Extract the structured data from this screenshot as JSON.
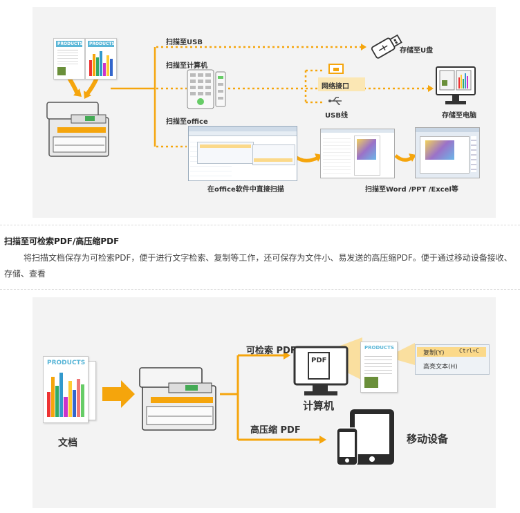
{
  "top_diagram": {
    "doc_header": "PRODUCTS",
    "scan_usb": "扫描至USB",
    "scan_pc": "扫描至计算机",
    "scan_office": "扫描至office",
    "save_usb": "存储至U盘",
    "network_port": "网络接口",
    "usb_cable": "USB线",
    "save_pc": "存储至电脑",
    "office_direct": "在office软件中直接扫描",
    "scan_word": "扫描至Word /PPT /Excel等"
  },
  "section": {
    "title": "扫描至可检索PDF/高压缩PDF",
    "description": "将扫描文档保存为可检索PDF，便于进行文字检索、复制等工作，还可保存为文件小、易发送的高压缩PDF。便于通过移动设备接收、存储、查看"
  },
  "bottom_diagram": {
    "doc_header": "PRODUCTS",
    "doc_label": "文档",
    "searchable_pdf": "可检索 PDF",
    "compressed_pdf": "高压缩 PDF",
    "computer": "计算机",
    "mobile": "移动设备",
    "pdf_badge": "PDF",
    "menu_copy": "复制(Y)",
    "menu_shortcut": "Ctrl+C",
    "menu_highlight": "高亮文本(H)"
  },
  "colors": {
    "accent": "#f5a50c",
    "panel": "#f3f3f3",
    "blue": "#5ab6d7"
  }
}
